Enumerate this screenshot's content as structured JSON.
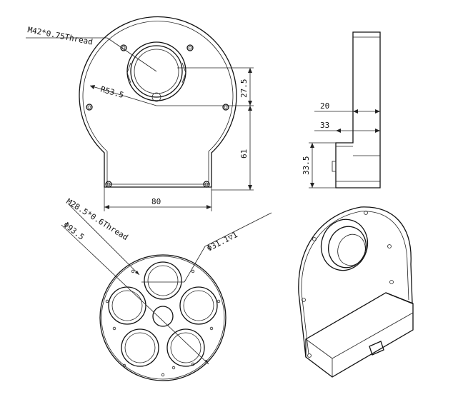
{
  "drawing": {
    "front_view": {
      "thread_label": "M42*0.75Thread",
      "radius_label": "R53.5",
      "offset_label": "27.5",
      "height_label": "61",
      "width_label": "80"
    },
    "side_view": {
      "dim_20": "20",
      "dim_33": "33",
      "dim_33_5": "33.5"
    },
    "filter_wheel": {
      "thread_label": "M28.5*0.6Thread",
      "diameter_label": "Φ93.5",
      "hole_label": "Φ31.1▽1"
    }
  }
}
